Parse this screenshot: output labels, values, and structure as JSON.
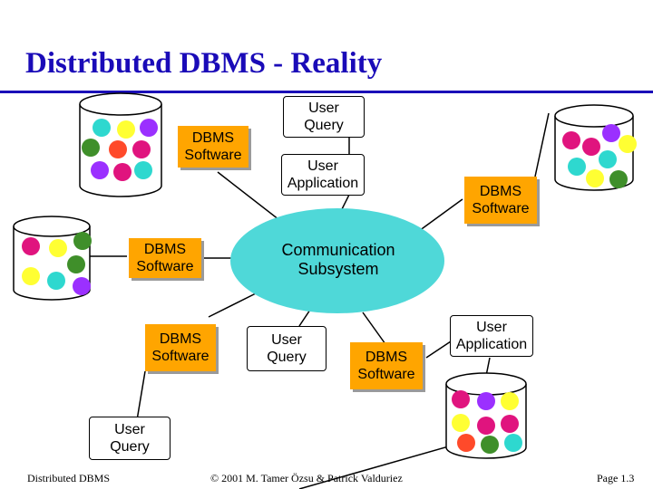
{
  "slide": {
    "title": "Distributed DBMS - Reality"
  },
  "diagram": {
    "center": "Communication Subsystem",
    "center_lines": [
      "Communication",
      "Subsystem"
    ],
    "dbms_label_lines": [
      "DBMS",
      "Software"
    ],
    "user_query_lines": [
      "User",
      "Query"
    ],
    "user_application_lines": [
      "User",
      "Application"
    ],
    "colors": {
      "title": "#1a0bb8",
      "dbms_box": "#ffa500",
      "cloud": "#4fd8d8",
      "ball_purple": "#9b30ff",
      "ball_magenta": "#e0147e",
      "ball_green": "#3f8f2a",
      "ball_yellow": "#ffff33",
      "ball_cyan": "#2ed8cf",
      "ball_red": "#ff4a2a"
    }
  },
  "footer": {
    "left": "Distributed DBMS",
    "center": "© 2001 M. Tamer Özsu & Patrick Valduriez",
    "right": "Page 1.3"
  }
}
